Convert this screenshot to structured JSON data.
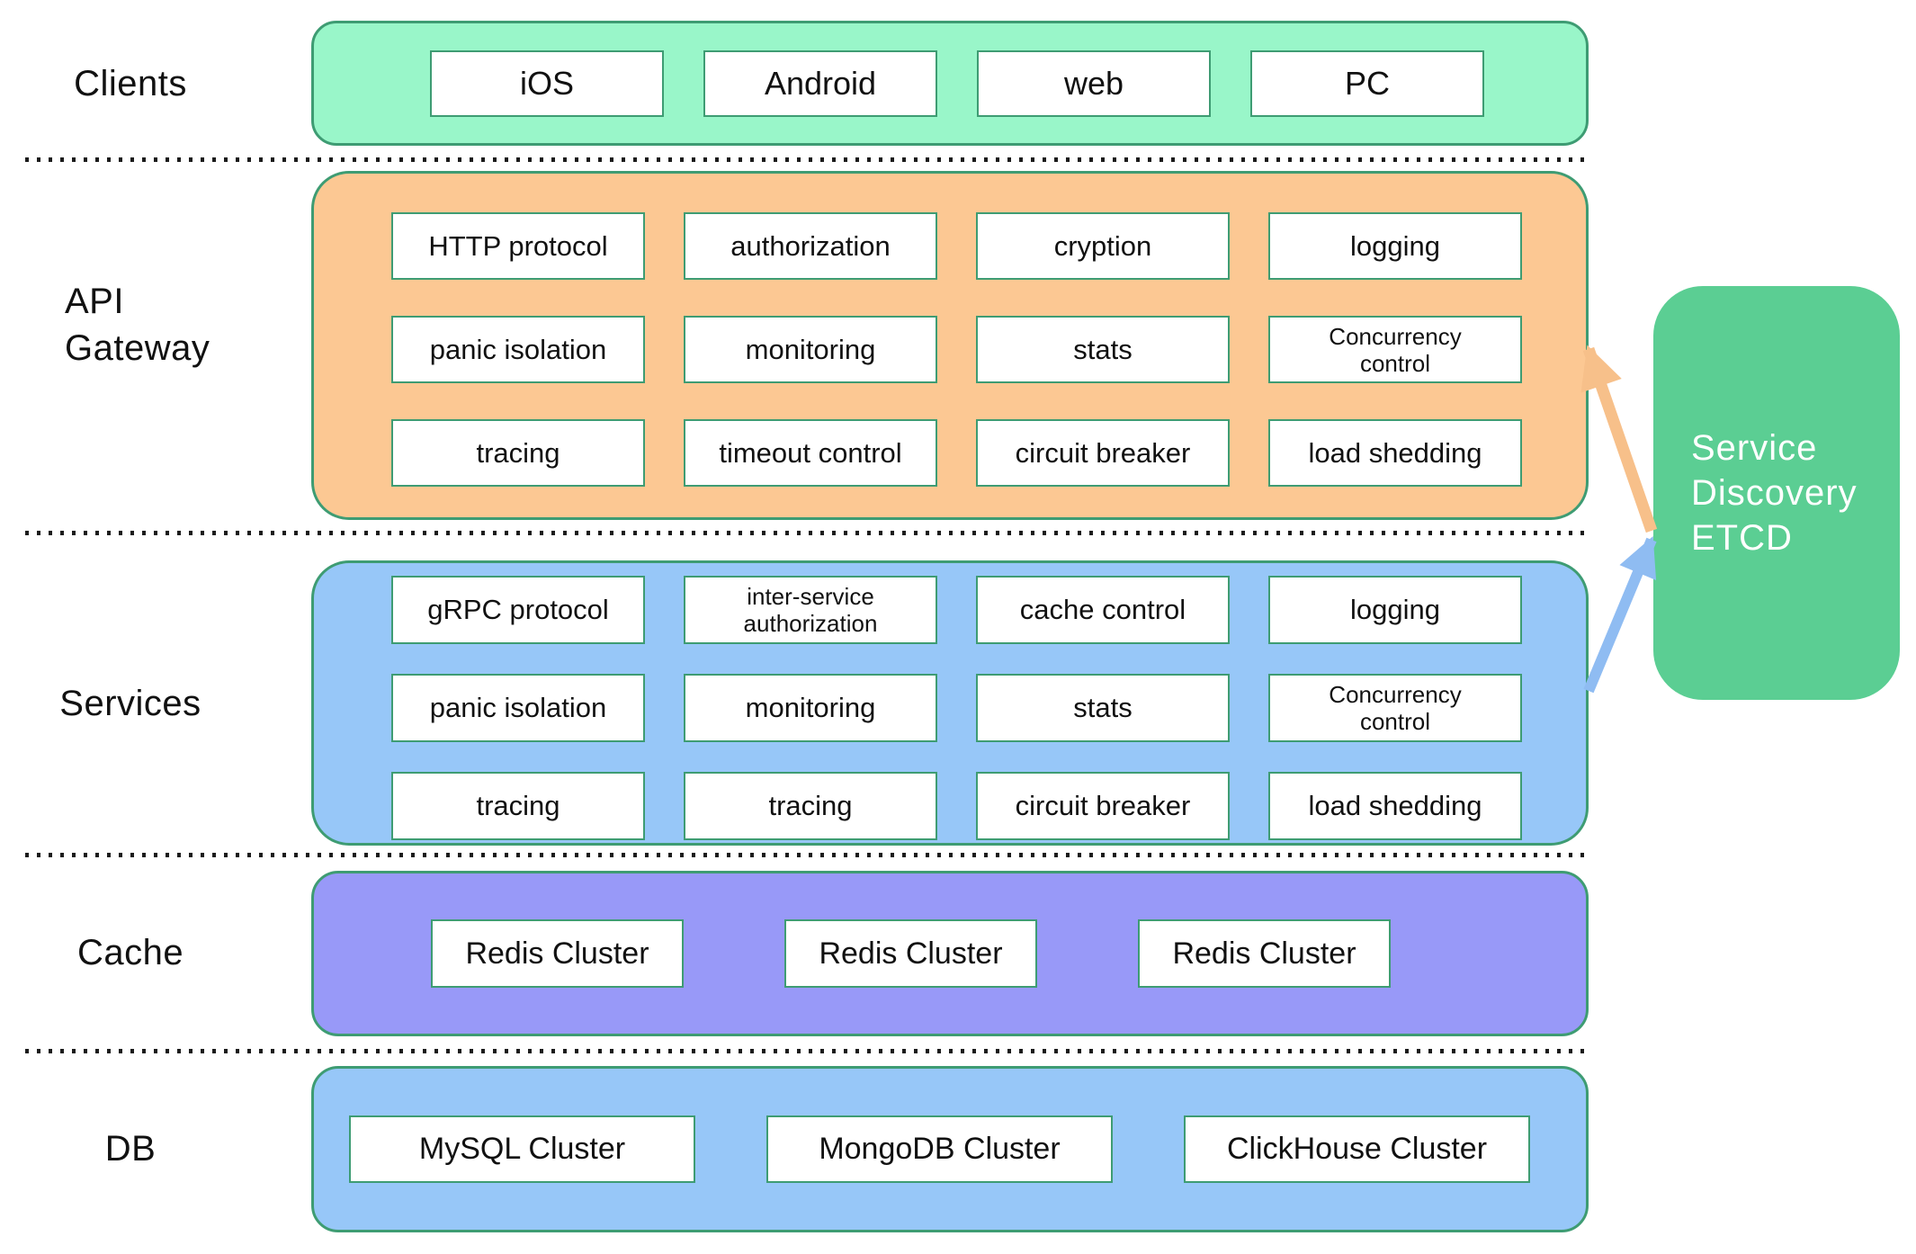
{
  "labels": {
    "clients": "Clients",
    "api_line1": "API",
    "api_line2": "Gateway",
    "services": "Services",
    "cache": "Cache",
    "db": "DB"
  },
  "clients": {
    "items": [
      "iOS",
      "Android",
      "web",
      "PC"
    ]
  },
  "api_gateway": {
    "items": [
      "HTTP protocol",
      "authorization",
      "cryption",
      "logging",
      "panic isolation",
      "monitoring",
      "stats",
      "Concurrency control",
      "tracing",
      "timeout control",
      "circuit breaker",
      "load shedding"
    ]
  },
  "services": {
    "items": [
      "gRPC protocol",
      "inter-service authorization",
      "cache control",
      "logging",
      "panic isolation",
      "monitoring",
      "stats",
      "Concurrency control",
      "tracing",
      "tracing",
      "circuit breaker",
      "load shedding"
    ]
  },
  "cache": {
    "items": [
      "Redis Cluster",
      "Redis Cluster",
      "Redis Cluster"
    ]
  },
  "db": {
    "items": [
      "MySQL Cluster",
      "MongoDB Cluster",
      "ClickHouse Cluster"
    ]
  },
  "service_discovery": {
    "lines": [
      "Service",
      "Discovery",
      "ETCD"
    ]
  },
  "colors": {
    "mint": "#99F6C9",
    "orange": "#FCC893",
    "blue": "#97C7F8",
    "purple": "#9899F8",
    "etcd_green": "#5BCE93",
    "green_stroke": "#3E9C73",
    "arrow_orange": "#F7C08A",
    "arrow_blue": "#8FBCF2",
    "text_dark": "#111111",
    "dot_color": "#1B1B1B",
    "chip_bg": "#FFFFFF"
  }
}
